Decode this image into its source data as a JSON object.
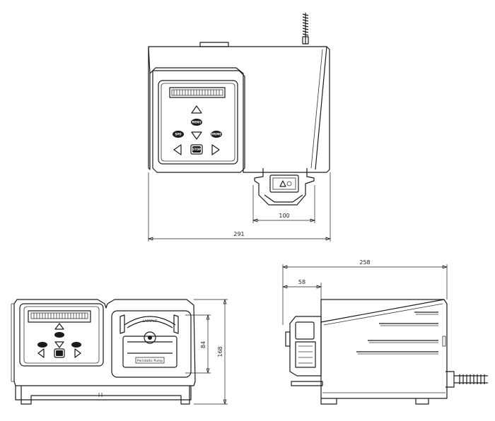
{
  "dimensions": {
    "top_pumphead_width": "100",
    "top_total_width": "291",
    "side_total_depth": "258",
    "side_pumphead_depth": "58",
    "front_total_height": "168",
    "front_pumphead_height": "84"
  },
  "keypad": {
    "menu_label": "MENU",
    "left_button_label": "SPD",
    "right_button_label": "PRIME",
    "center_button_label": "STOP"
  },
  "pumphead": {
    "brand_label": "LABSPLIT",
    "plate_label": "Peristaltic Pump"
  }
}
